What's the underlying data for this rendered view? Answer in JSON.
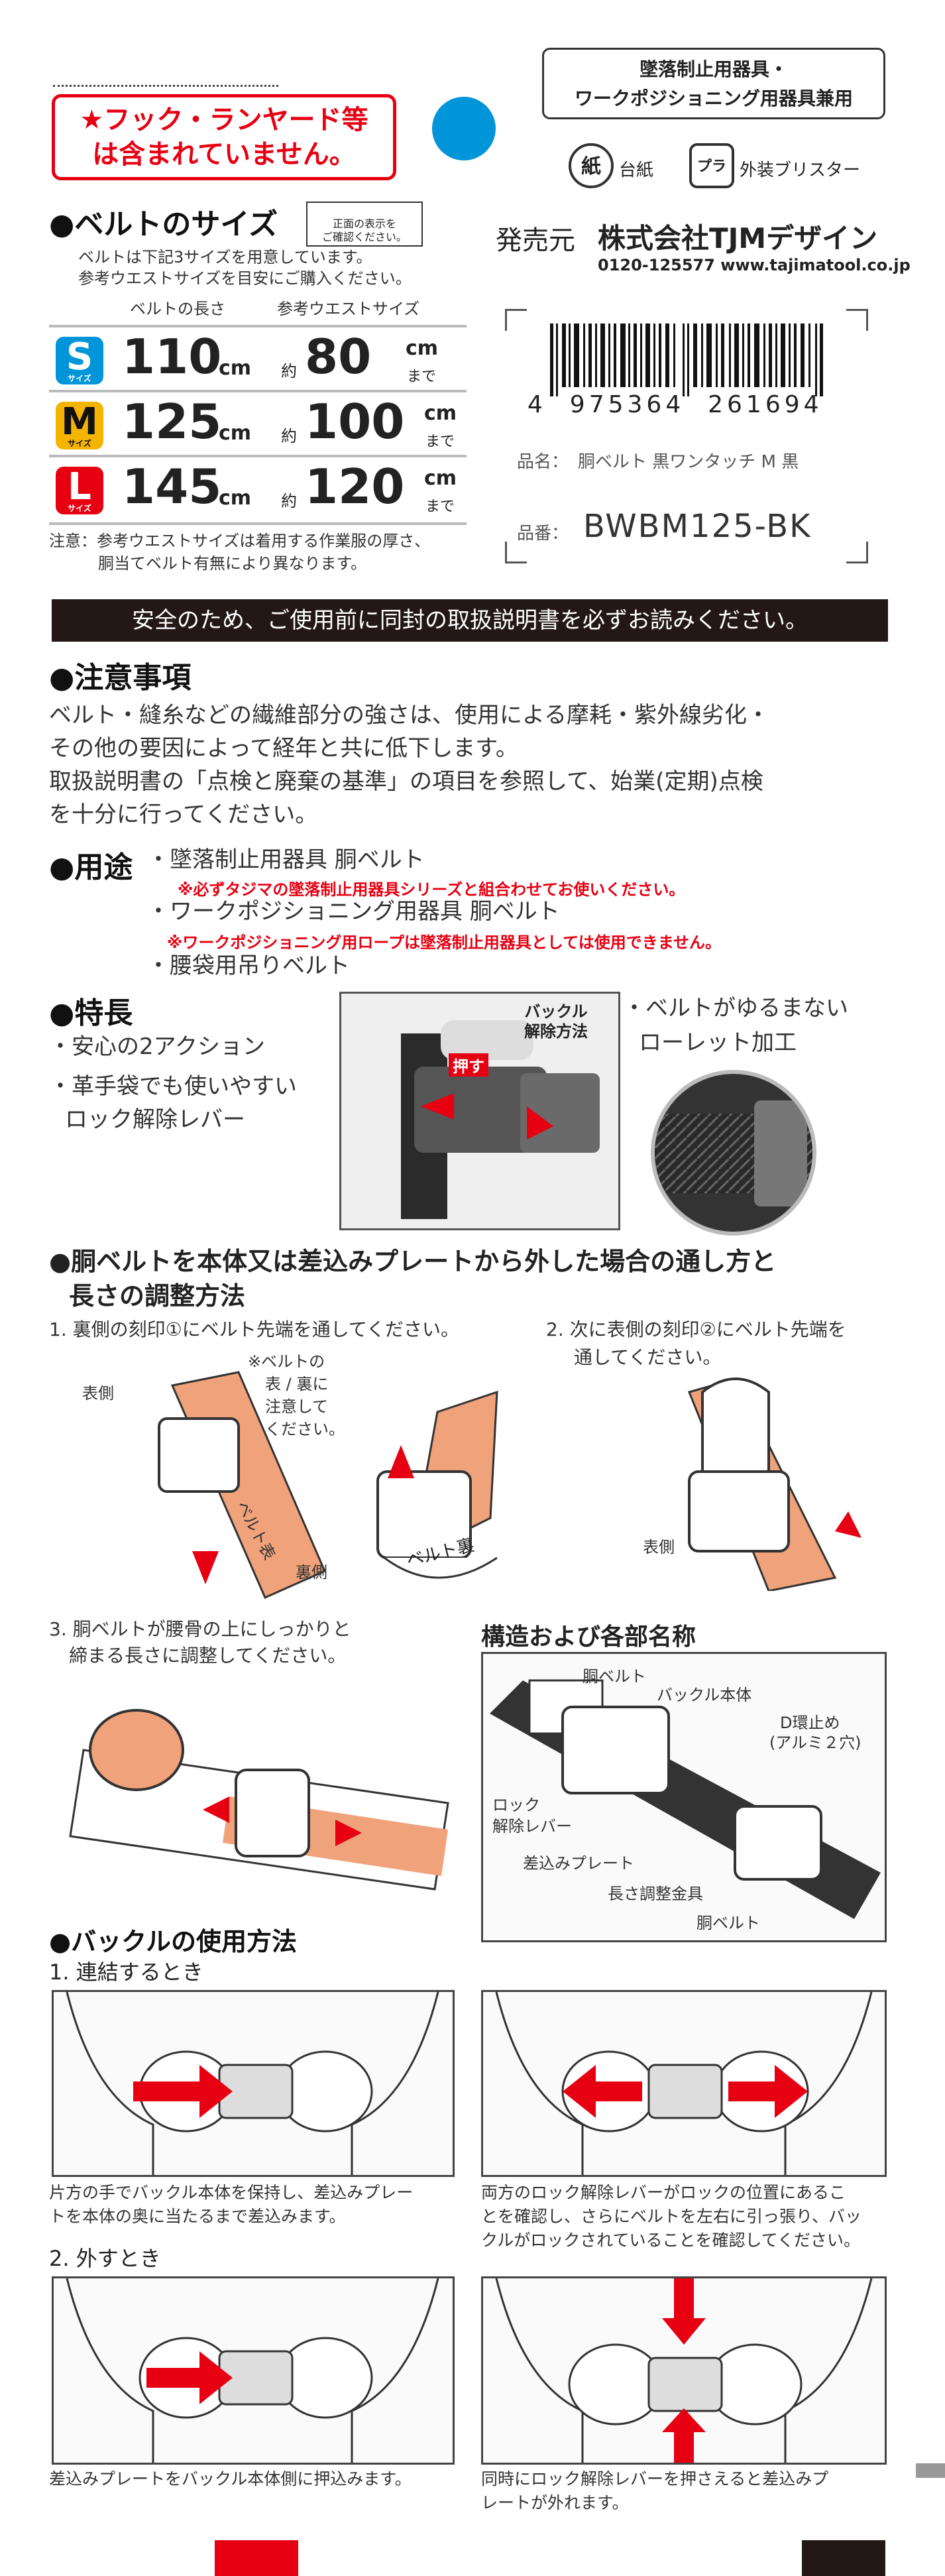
{
  "header": {
    "warning_line1": "★フック・ランヤード等",
    "warning_line2": "は含まれていません。",
    "category_line1": "墜落制止用器具・",
    "category_line2": "ワークポジショニング用器具兼用",
    "recycle_paper": "台紙",
    "recycle_plastic": "外装ブリスター",
    "recycle_paper_mark": "紙",
    "recycle_plastic_mark": "プラ",
    "seller_label": "発売元",
    "seller_name": "株式会社TJMデザイン",
    "seller_contact": "0120-125577 www.tajimatool.co.jp"
  },
  "belt_size": {
    "title": "●ベルトのサイズ",
    "note_box": "正面の表示を\nご確認ください。",
    "intro1": "ベルトは下記3サイズを用意しています。",
    "intro2": "参考ウエストサイズを目安にご購入ください。",
    "col_length": "ベルトの長さ",
    "col_waist": "参考ウエストサイズ",
    "rows": [
      {
        "size": "S",
        "sub": "サイズ",
        "length": "110",
        "length_unit": "cm",
        "approx": "約",
        "waist": "80",
        "waist_unit": "cm",
        "made": "まで",
        "color": "#0095d9"
      },
      {
        "size": "M",
        "sub": "サイズ",
        "length": "125",
        "length_unit": "cm",
        "approx": "約",
        "waist": "100",
        "waist_unit": "cm",
        "made": "まで",
        "color": "#f4b400"
      },
      {
        "size": "L",
        "sub": "サイズ",
        "length": "145",
        "length_unit": "cm",
        "approx": "約",
        "waist": "120",
        "waist_unit": "cm",
        "made": "まで",
        "color": "#e60012"
      }
    ],
    "note1": "注意：参考ウエストサイズは着用する作業服の厚さ、",
    "note2": "胴当てベルト有無により異なります。"
  },
  "barcode": {
    "number": "4  975364  261694",
    "product_name_label": "品名：",
    "product_name": "胴ベルト 黒ワンタッチ M 黒",
    "product_code_label": "品番：",
    "product_code": "BWBM125-BK"
  },
  "safety_bar": "安全のため、ご使用前に同封の取扱説明書を必ずお読みください。",
  "caution": {
    "title": "●注意事項",
    "line1": "ベルト・縫糸などの繊維部分の強さは、使用による摩耗・紫外線劣化・",
    "line2": "その他の要因によって経年と共に低下します。",
    "line3": "取扱説明書の「点検と廃棄の基準」の項目を参照して、始業(定期)点検",
    "line4": "を十分に行ってください。"
  },
  "usage": {
    "title": "●用途",
    "item1": "・墜落制止用器具 胴ベルト",
    "note1": "※必ずタジマの墜落制止用器具シリーズと組合わせてお使いください。",
    "item2": "・ワークポジショニング用器具 胴ベルト",
    "note2": "※ワークポジショニング用ロープは墜落制止用器具としては使用できません。",
    "item3": "・腰袋用吊りベルト"
  },
  "features": {
    "title": "●特長",
    "f1": "・安心の2アクション",
    "f2": "・革手袋でも使いやすい",
    "f2b": "ロック解除レバー",
    "buckle_label1": "バックル",
    "buckle_label2": "解除方法",
    "push_label": "押す",
    "f3": "・ベルトがゆるまない",
    "f3b": "ローレット加工"
  },
  "threading": {
    "title1": "●胴ベルトを本体又は差込みプレートから外した場合の通し方と",
    "title2": "長さの調整方法",
    "step1": "1. 裏側の刻印①にベルト先端を通してください。",
    "step1_note1": "※ベルトの",
    "step1_note2": "表 / 裏に",
    "step1_note3": "注意して",
    "step1_note4": "ください。",
    "front_label": "表側",
    "back_label": "裏側",
    "belt_back": "ベルト裏",
    "belt_front": "ベルト表",
    "step2a": "2. 次に表側の刻印②にベルト先端を",
    "step2b": "通してください。",
    "step2_front": "表側",
    "step3a": "3. 胴ベルトが腰骨の上にしっかりと",
    "step3b": "締まる長さに調整してください。"
  },
  "structure": {
    "title": "構造および各部名称",
    "belt": "胴ベルト",
    "buckle": "バックル本体",
    "dring1": "D環止め",
    "dring2": "(アルミ２穴)",
    "lock1": "ロック",
    "lock2": "解除レバー",
    "plate": "差込みプレート",
    "adjust": "長さ調整金具",
    "belt2": "胴ベルト"
  },
  "buckle_use": {
    "title": "●バックルの使用方法",
    "connect": "1. 連結するとき",
    "cap1a": "片方の手でバックル本体を保持し、差込みプレー",
    "cap1b": "トを本体の奥に当たるまで差込みます。",
    "cap2a": "両方のロック解除レバーがロックの位置にあるこ",
    "cap2b": "とを確認し、さらにベルトを左右に引っ張り、バッ",
    "cap2c": "クルがロックされていることを確認してください。",
    "release": "2. 外すとき",
    "cap3": "差込みプレートをバックル本体側に押込みます。",
    "cap4a": "同時にロック解除レバーを押さえると差込みプ",
    "cap4b": "レートが外れます。"
  }
}
